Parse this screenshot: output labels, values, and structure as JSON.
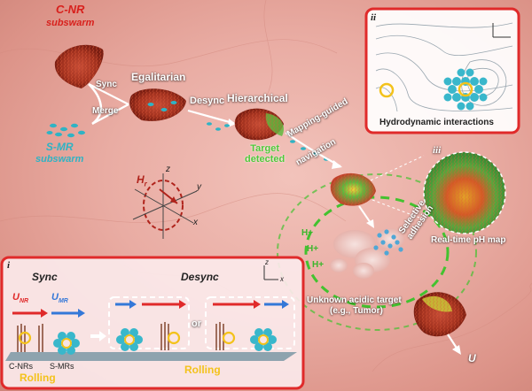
{
  "labels": {
    "cnr": [
      "C-NR",
      "subswarm"
    ],
    "smr": [
      "S-MR",
      "subswarm"
    ],
    "sync": "Sync",
    "merge": "Merge",
    "egalitarian": "Egalitarian",
    "desync": "Desync",
    "hierarchical": "Hierarchical",
    "target_detected": [
      "Target",
      "detected"
    ],
    "mapping_guided": "Mapping-guided",
    "navigation": "navigation",
    "field_h": "H",
    "field_sub": "r",
    "axis_z": "z",
    "axis_y": "y",
    "axis_x": "x",
    "panel_ii": "ii",
    "hydrodynamic": "Hydrodynamic interactions",
    "panel_iii": "iii",
    "realtime_ph": "Real-time pH map",
    "selective_adhesion": [
      "Selective",
      "adhesion"
    ],
    "unknown_target": "Unknown acidic target",
    "tumor": "(e.g., Tumor)",
    "u_label": "U",
    "h_plus": "H+",
    "panel_i": "i",
    "sync_i": "Sync",
    "desync_i": "Desync",
    "u_nr": "U",
    "u_nr_sub": "NR",
    "u_mr": "U",
    "u_mr_sub": "MR",
    "or": "or",
    "c_nrs": "C-NRs",
    "s_mrs": "S-MRs",
    "rolling1": "Rolling",
    "rolling2": "Rolling"
  },
  "colors": {
    "cnr_red": "#d8201c",
    "smr_teal": "#2fb3c4",
    "panel_border": "#e02a2a",
    "target_green": "#4fc93a",
    "yellow": "#f3c21b"
  }
}
